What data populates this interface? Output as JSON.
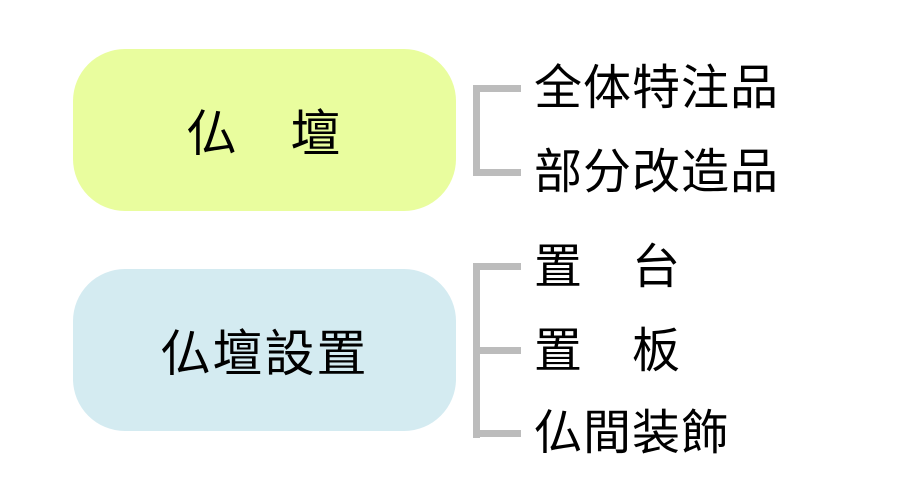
{
  "diagram": {
    "groups": [
      {
        "label": "仏　壇",
        "color": "#e9fd9e",
        "items": [
          "全体特注品",
          "部分改造品"
        ]
      },
      {
        "label": "仏壇設置",
        "color": "#d4ebf1",
        "items": [
          "置　台",
          "置　板",
          "仏間装飾"
        ]
      }
    ],
    "connector_color": "#bcbcbc"
  }
}
